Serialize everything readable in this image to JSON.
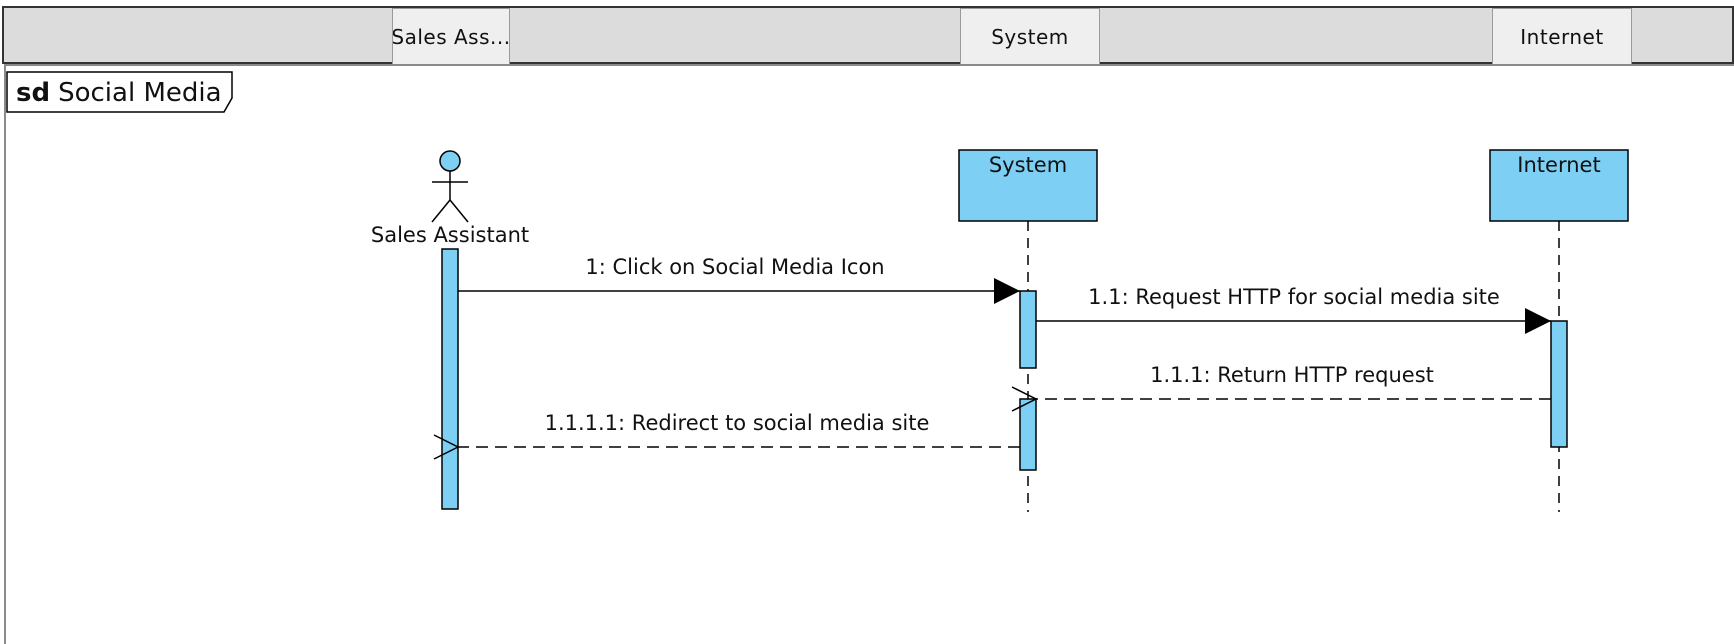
{
  "header": {
    "buttons": [
      "Sales Ass...",
      "System",
      "Internet"
    ]
  },
  "frame": {
    "keyword": "sd",
    "name": "Social Media"
  },
  "lifelines": {
    "actor": "Sales Assistant",
    "system": "System",
    "internet": "Internet"
  },
  "messages": {
    "m1": "1: Click on Social Media Icon",
    "m2": "1.1: Request HTTP for social media site",
    "m3": "1.1.1: Return HTTP request",
    "m4": "1.1.1.1: Redirect to social media site"
  },
  "colors": {
    "lifeline_fill": "#7dcff4",
    "header_bg": "#dcdcdc"
  }
}
